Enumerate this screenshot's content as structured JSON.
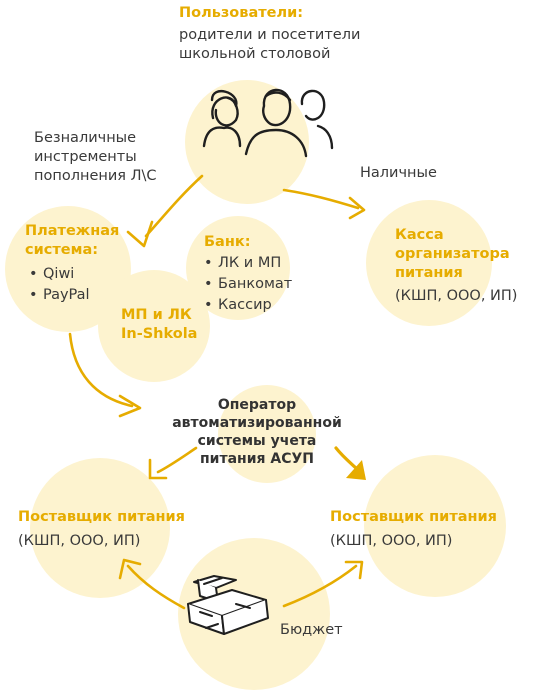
{
  "users": {
    "title": "Пользователи:",
    "subtitle_lines": [
      "родители и посетители",
      "школьной столовой"
    ]
  },
  "flows": {
    "cashless_lines": [
      "Безналичные",
      "инстременты",
      "пополнения Л\\С"
    ],
    "cash": "Наличные",
    "budget": "Бюджет"
  },
  "payment_system": {
    "title_lines": [
      "Платежная",
      "система:"
    ],
    "items": [
      "Qiwi",
      "PayPal"
    ]
  },
  "bank": {
    "title": "Банк:",
    "items": [
      "ЛК и МП",
      "Банкомат",
      "Кассир"
    ]
  },
  "mp_lk": {
    "title_lines": [
      "МП и ЛК",
      "In-Shkola"
    ]
  },
  "kassa": {
    "title_lines": [
      "Касса",
      "организатора",
      "питания"
    ],
    "sub": "(КШП, ООО, ИП)"
  },
  "operator": {
    "lines": [
      "Оператор",
      "автоматизированной",
      "системы учета",
      "питания АСУП"
    ]
  },
  "supplier_left": {
    "title": "Поставщик питания",
    "sub": "(КШП, ООО, ИП)"
  },
  "supplier_right": {
    "title": "Поставщик питания",
    "sub": "(КШП, ООО, ИП)"
  },
  "colors": {
    "accent": "#e6ac00",
    "circle_fill": "#fdf3cf",
    "text": "#3a3a3a",
    "dark_heading": "#333333"
  },
  "icons": {
    "users": "people-group-icon",
    "budget": "file-cabinet-icon",
    "arrows": "hand-drawn-arrow-icon"
  }
}
